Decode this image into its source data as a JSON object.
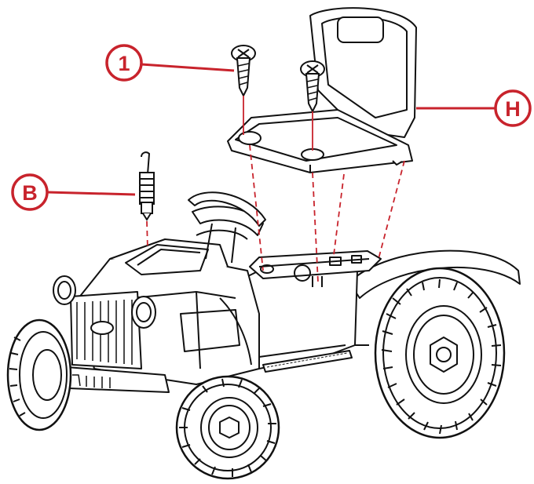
{
  "diagram": {
    "callouts": [
      {
        "id": "screw",
        "label": "1"
      },
      {
        "id": "seat",
        "label": "H"
      },
      {
        "id": "exhaust",
        "label": "B"
      }
    ]
  },
  "colors": {
    "accent": "#c8232c",
    "line": "#111111"
  },
  "icons": [
    "screw-icon",
    "exhaust-pipe-icon",
    "seat-icon",
    "tractor-icon"
  ]
}
